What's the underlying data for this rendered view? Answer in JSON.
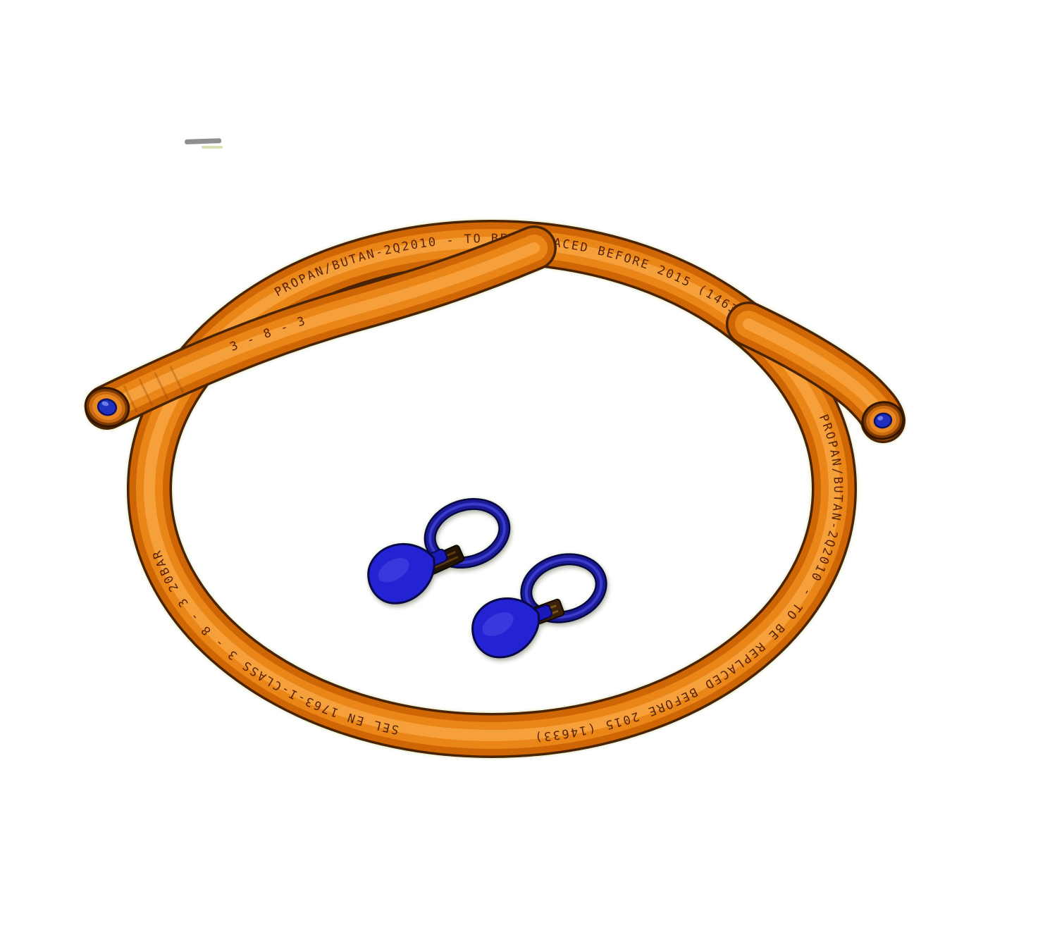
{
  "hose": {
    "marking_top": "PROPAN/BUTAN-2Q2010 - TO BE REPLACED BEFORE 2015 (14633)",
    "marking_right_bottom": "PROPAN/BUTAN-2Q2010 - TO BE REPLACED BEFORE 2015 (14633)",
    "marking_left": "SEL EN 1763-I-CLASS 3 - 8 - 3 20BAR",
    "marking_end_strand": "3 - 8 - 3"
  },
  "colors": {
    "background": "#ffffff",
    "hose_orange": "#e07812",
    "hose_highlight": "#f7a13d",
    "hose_shadow": "#4a2304",
    "marking_text": "#431304",
    "inner_tube_blue": "#1f2fc0",
    "clip_blue": "#2323d4",
    "clip_outline": "#08084a",
    "buckle_brown": "#3a2208"
  }
}
